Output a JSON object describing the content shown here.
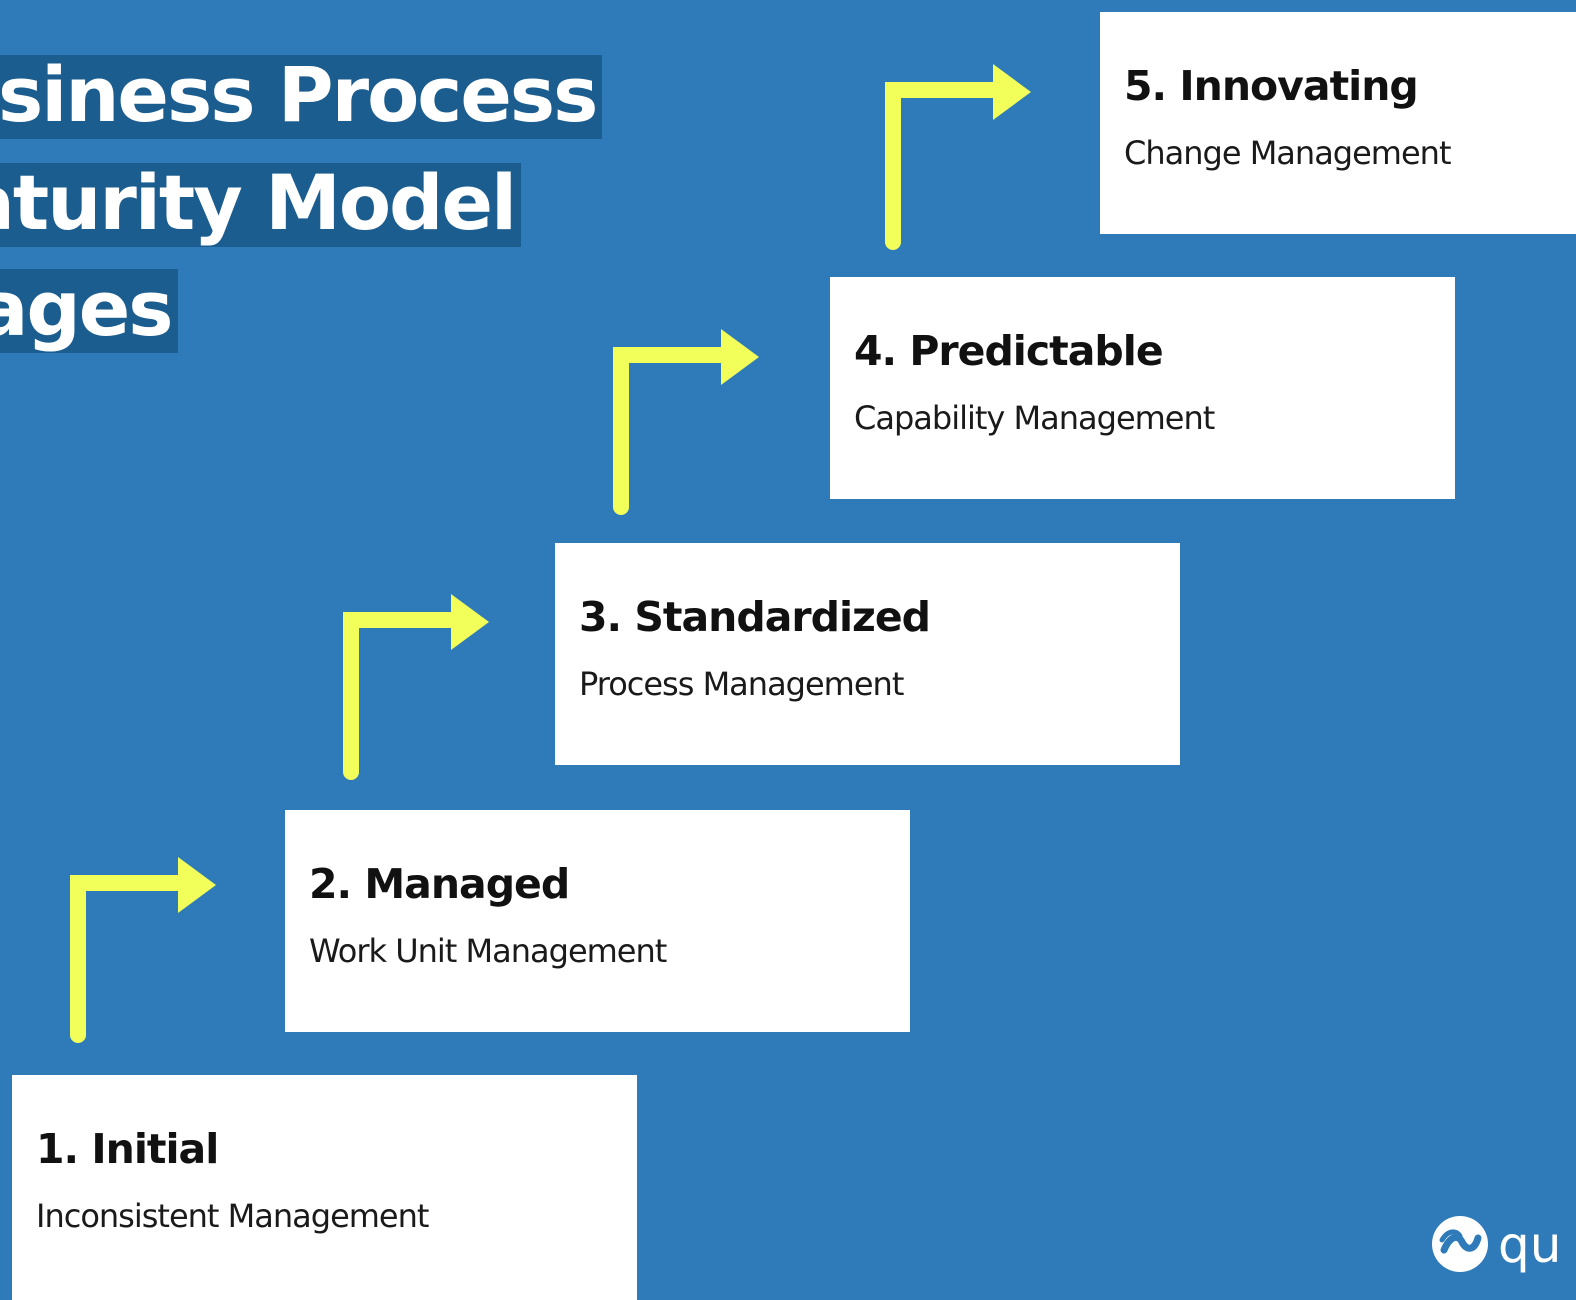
{
  "theme": {
    "background": "#2f7ab8",
    "card": "#ffffff",
    "arrow": "#f2ff5a",
    "title_text": "#ffffff",
    "title_highlight": "#1b5d8f"
  },
  "title": {
    "lines": [
      "Business Process",
      "Maturity Model",
      "Stages"
    ]
  },
  "stages": [
    {
      "title": "1. Initial",
      "subtitle": "Inconsistent Management"
    },
    {
      "title": "2. Managed",
      "subtitle": "Work Unit Management"
    },
    {
      "title": "3. Standardized",
      "subtitle": "Process Management"
    },
    {
      "title": "4. Predictable",
      "subtitle": "Capability Management"
    },
    {
      "title": "5. Innovating",
      "subtitle": "Change Management"
    }
  ],
  "arrow_icon": "bent-up-right-arrow",
  "logo": {
    "icon": "logo-mark-icon",
    "text": "qu"
  }
}
